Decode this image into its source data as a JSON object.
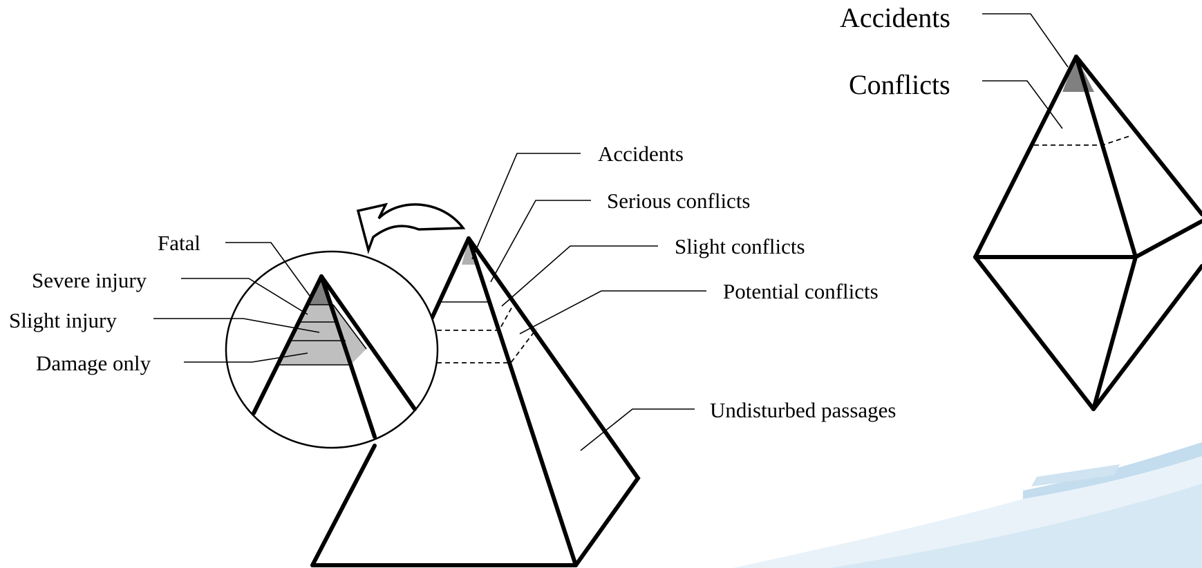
{
  "main_pyramid": {
    "labels": {
      "accidents": "Accidents",
      "serious_conflicts": "Serious conflicts",
      "slight_conflicts": "Slight conflicts",
      "potential_conflicts": "Potential conflicts",
      "undisturbed_passages": "Undisturbed passages"
    }
  },
  "zoom_circle": {
    "labels": {
      "fatal": "Fatal",
      "severe_injury": "Severe injury",
      "slight_injury": "Slight injury",
      "damage_only": "Damage only"
    }
  },
  "diamond": {
    "labels": {
      "accidents": "Accidents",
      "conflicts": "Conflicts"
    }
  },
  "colors": {
    "line": "#000000",
    "fill_dark": "#808080",
    "fill_light": "#bfbfbf",
    "background_swoosh": "#d6e8f4"
  }
}
